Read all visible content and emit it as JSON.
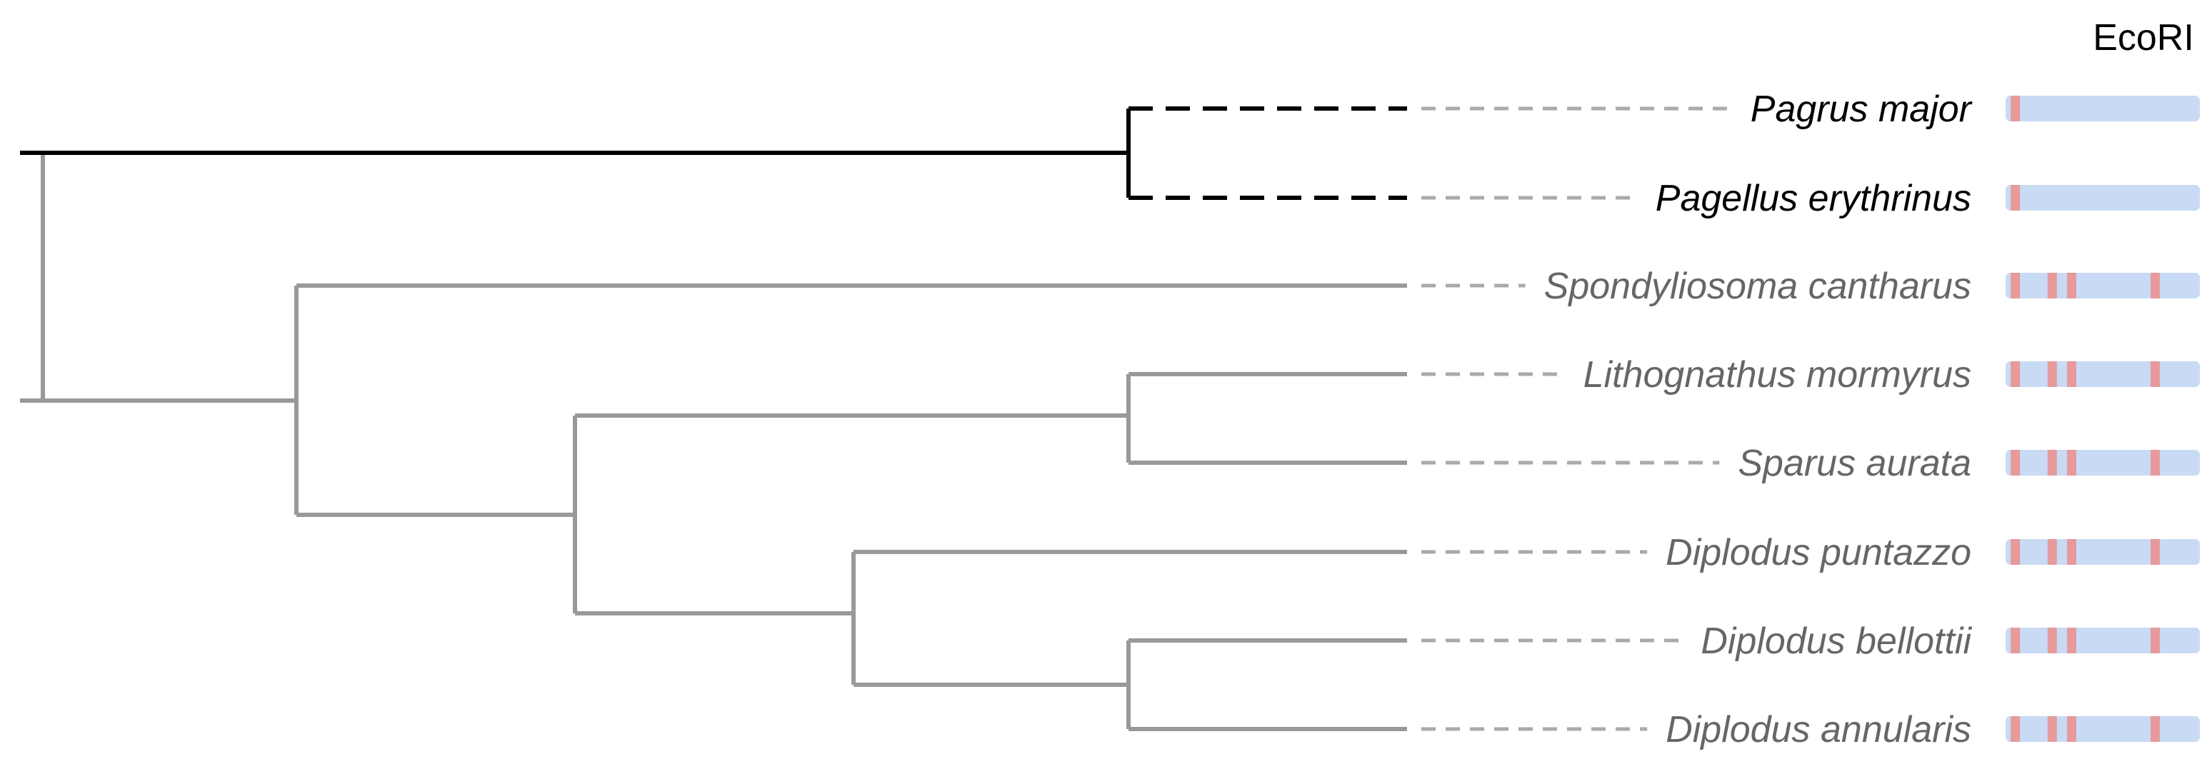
{
  "header": {
    "enzyme": "EcoRI"
  },
  "colors": {
    "highlight_branch": "#000000",
    "normal_branch": "#999999",
    "connector": "#aaaaaa",
    "highlight_label": "#000000",
    "normal_label": "#666666",
    "track": "#c9daf5",
    "site": "#e69a9a"
  },
  "taxa": [
    {
      "name": "Pagrus major",
      "highlight": true,
      "sites": [
        0.05
      ]
    },
    {
      "name": "Pagellus erythrinus",
      "highlight": true,
      "sites": [
        0.05
      ]
    },
    {
      "name": "Spondyliosoma cantharus",
      "highlight": false,
      "sites": [
        0.05,
        0.24,
        0.34,
        0.77
      ]
    },
    {
      "name": "Lithognathus mormyrus",
      "highlight": false,
      "sites": [
        0.05,
        0.24,
        0.34,
        0.77
      ]
    },
    {
      "name": "Sparus aurata",
      "highlight": false,
      "sites": [
        0.05,
        0.24,
        0.34,
        0.77
      ]
    },
    {
      "name": "Diplodus puntazzo",
      "highlight": false,
      "sites": [
        0.05,
        0.24,
        0.34,
        0.77
      ]
    },
    {
      "name": "Diplodus bellottii",
      "highlight": false,
      "sites": [
        0.05,
        0.24,
        0.34,
        0.77
      ]
    },
    {
      "name": "Diplodus annularis",
      "highlight": false,
      "sites": [
        0.05,
        0.24,
        0.34,
        0.77
      ]
    }
  ]
}
